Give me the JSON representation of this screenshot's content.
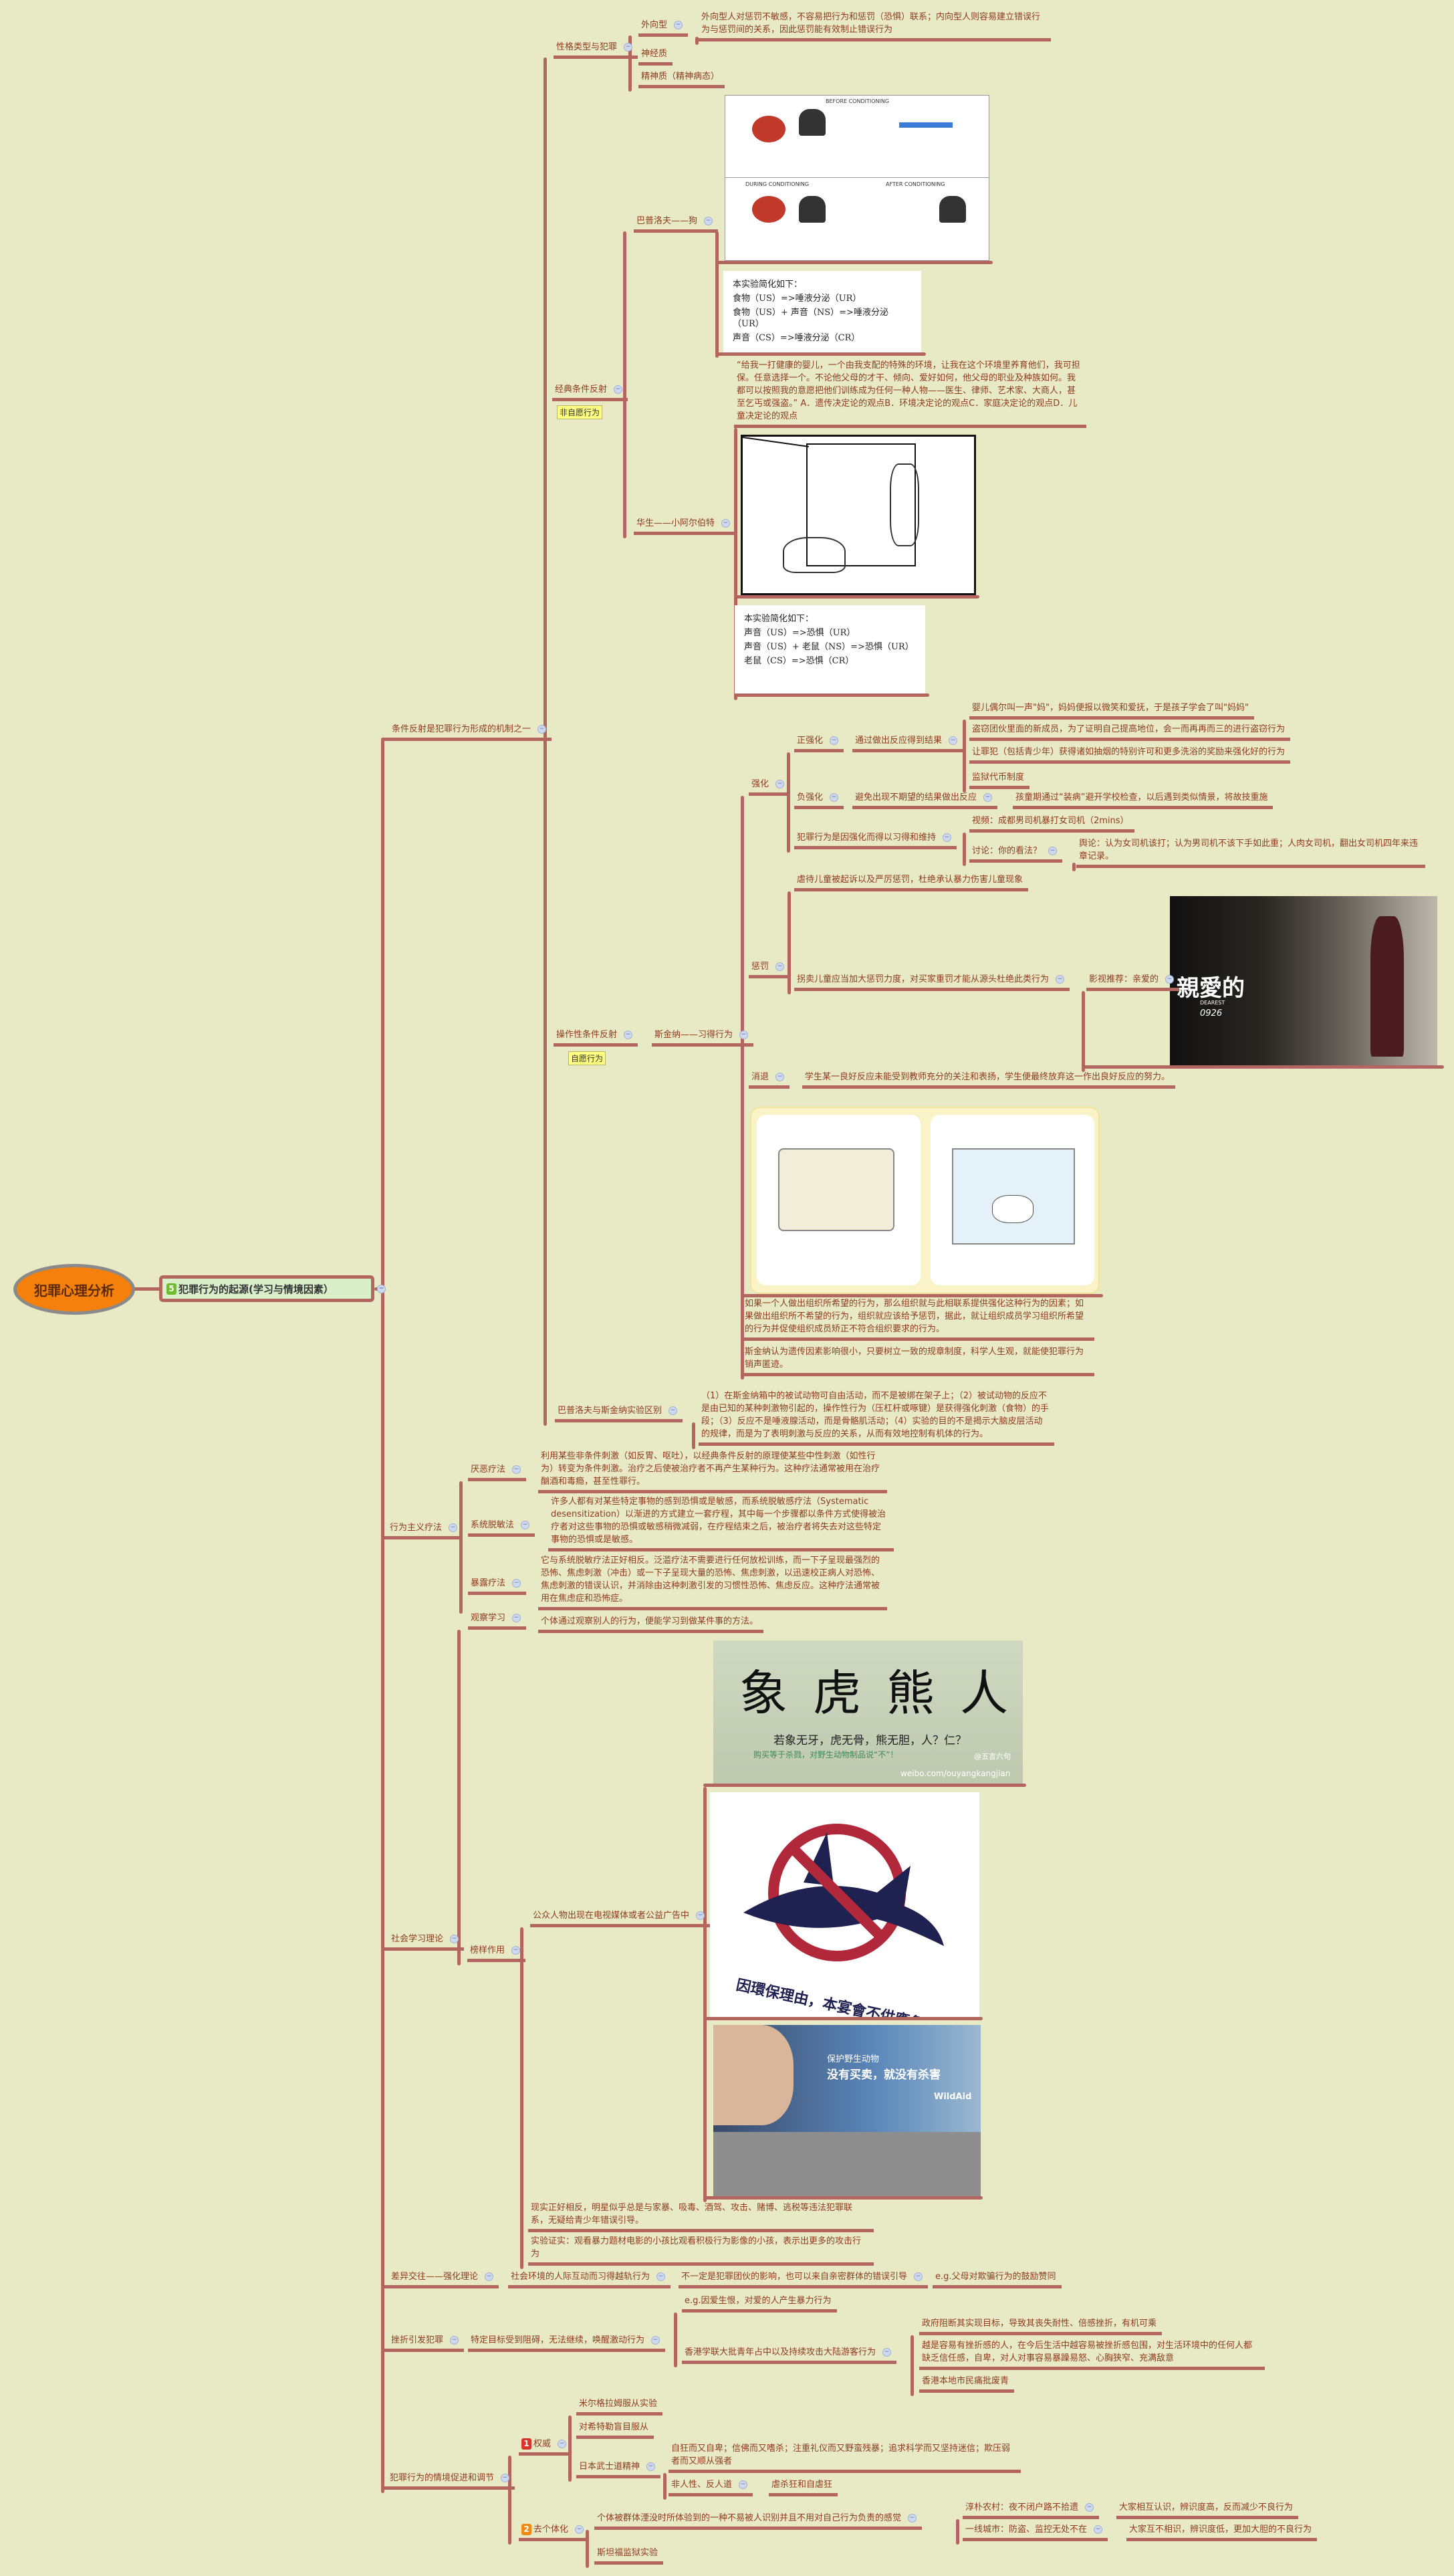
{
  "root": "犯罪心理分析",
  "main": {
    "badge": "5",
    "label": "犯罪行为的起源(学习与情境因素）"
  },
  "conditioning": {
    "label": "条件反射是犯罪行为形成的机制之一",
    "personality": {
      "label": "性格类型与犯罪",
      "extravert": {
        "label": "外向型",
        "note": "外向型人对惩罚不敏感，不容易把行为和惩罚（恐惧）联系；内向型人则容易建立错误行为与惩罚间的关系，因此惩罚能有效制止错误行为"
      },
      "neuroticism": "神经质",
      "psychoticism": "精神质（精神病态）"
    },
    "classical": {
      "label": "经典条件反射",
      "tag": "非自愿行为",
      "pavlov": {
        "label": "巴普洛夫——狗",
        "image_labels": [
          "BEFORE CONDITIONING",
          "DURING CONDITIONING",
          "AFTER CONDITIONING"
        ],
        "summary_title": "本实验简化如下：",
        "summary": [
          "食物（US）=>唾液分泌（UR）",
          "食物（US）+ 声音（NS）=>唾液分泌（UR）",
          "声音（CS）=>唾液分泌（CR）"
        ]
      },
      "watson": {
        "label": "华生——小阿尔伯特",
        "quote": "“给我一打健康的婴儿，一个由我支配的特殊的环境，让我在这个环境里养育他们，我可担保。任意选择一个。不论他父母的才干、倾向、爱好如何，他父母的职业及种族如何。我都可以按照我的意愿把他们训练成为任何一种人物——医生、律师、艺术家、大商人，甚至乞丐或强盗。” A．遗传决定论的观点B．环境决定论的观点C．家庭决定论的观点D．儿童决定论的观点",
        "summary_title": "本实验简化如下：",
        "summary": [
          "声音（US）=>恐惧（UR）",
          "声音（US）+ 老鼠（NS）=>恐惧（UR）",
          "老鼠（CS）=>恐惧（CR）"
        ]
      }
    },
    "operant": {
      "label": "操作性条件反射",
      "tag": "自愿行为",
      "skinner": "斯金纳——习得行为",
      "reinforcement": {
        "label": "强化",
        "positive": {
          "label": "正强化",
          "mechanism": "通过做出反应得到结果",
          "examples": [
            "婴儿偶尔叫一声\"妈\"，妈妈便报以微笑和爱抚，于是孩子学会了叫\"妈妈\"",
            "盗窃团伙里面的新成员，为了证明自己提高地位，会一而再再而三的进行盗窃行为",
            "让罪犯（包括青少年）获得诸如抽烟的特别许可和更多洗浴的奖励来强化好的行为",
            "监狱代币制度"
          ]
        },
        "negative": {
          "label": "负强化",
          "mechanism": "避免出现不期望的结果做出反应",
          "example": "孩童期通过“装病”避开学校检查，以后遇到类似情景，将故技重施"
        },
        "maintenance": {
          "label": "犯罪行为是因强化而得以习得和维持",
          "video": "视频：成都男司机暴打女司机（2mins）",
          "discussion": "讨论：你的看法？",
          "opinion": "舆论：认为女司机该打；认为男司机不该下手如此重；人肉女司机，翻出女司机四年来违章记录。"
        }
      },
      "punishment": {
        "label": "惩罚",
        "abuse": "虐待儿童被起诉以及严厉惩罚，杜绝承认暴力伤害儿童现象",
        "trafficking": "拐卖儿童应当加大惩罚力度，对买家重罚才能从源头杜绝此类行为",
        "recommend": "影视推荐：亲爱的",
        "poster": {
          "title": "親愛的",
          "subtitle": "DEAREST",
          "date": "0926"
        }
      },
      "extinction": {
        "label": "消退",
        "example": "学生某一良好反应未能受到教师充分的关注和表扬，学生便最终放弃这一作出良好反应的努力。"
      },
      "org_text": "如果一个人做出组织所希望的行为，那么组织就与此相联系提供强化这种行为的因素；如果做出组织所不希望的行为，组织就应该给予惩罚，据此，就让组织成员学习组织所希望的行为并促使组织成员矫正不符合组织要求的行为。",
      "skinner_view": "斯金纳认为遗传因素影响很小，只要树立一致的规章制度，科学人生观，就能使犯罪行为销声匿迹。"
    },
    "difference": {
      "label": "巴普洛夫与斯金纳实验区别",
      "text": "（1）在斯金纳箱中的被试动物可自由活动，而不是被绑在架子上；（2）被试动物的反应不是由已知的某种刺激物引起的，操作性行为（压杠杆或啄键）是获得强化刺激（食物）的手段；（3）反应不是唾液腺活动，而是骨骼肌活动；（4）实验的目的不是揭示大脑皮层活动的规律，而是为了表明刺激与反应的关系，从而有效地控制有机体的行为。"
    }
  },
  "therapy": {
    "label": "行为主义疗法",
    "aversion": {
      "label": "厌恶疗法",
      "text": "利用某些非条件刺激（如反胃、呕吐），以经典条件反射的原理使某些中性刺激（如性行为）转变为条件刺激。治疗之后使被治疗者不再产生某种行为。这种疗法通常被用在治疗酗酒和毒瘾，甚至性罪行。"
    },
    "systematic": {
      "label": "系统脱敏法",
      "text": "许多人都有对某些特定事物的感到恐惧或是敏感，而系统脱敏感疗法（Systematic desensitization）以渐进的方式建立一套疗程，其中每一个步骤都以条件方式使得被治疗者对这些事物的恐惧或敏感稍微减弱，在疗程结束之后，被治疗者将失去对这些特定事物的恐惧或是敏感。"
    },
    "exposure": {
      "label": "暴露疗法",
      "text": "它与系统脱敏疗法正好相反。泛滥疗法不需要进行任何放松训练，而一下子呈现最强烈的恐怖、焦虑刺激（冲击）或一下子呈现大量的恐怖、焦虑刺激，以迅速校正病人对恐怖、焦虑刺激的错误认识，并消除由这种刺激引发的习惯性恐怖、焦虑反应。这种疗法通常被用在焦虑症和恐怖症。"
    }
  },
  "social": {
    "label": "社会学习理论",
    "observation": {
      "label": "观察学习",
      "text": "个体通过观察别人的行为，便能学习到做某件事的方法。"
    },
    "model": {
      "label": "榜样作用",
      "public": "公众人物出现在电视媒体或者公益广告中",
      "poster1": {
        "chars": [
          "象",
          "虎",
          "熊",
          "人"
        ],
        "line1": "若象无牙，虎无骨，熊无胆，人？仁？",
        "line2": "购买等于杀戮，对野生动物制品说“不”！",
        "handle": "@五言六句",
        "url": "weibo.com/ouyangkangjian"
      },
      "poster2": {
        "text": "因環保理由，本宴會不供應魚翅"
      },
      "poster3": {
        "line1": "保护野生动物",
        "line2": "没有买卖，就没有杀害",
        "brand": "WildAid"
      },
      "reality": "现实正好相反，明星似乎总是与家暴、吸毒、酒驾、攻击、赌博、逃税等违法犯罪联系，无疑给青少年错误引导。",
      "experiment": "实验证实：观看暴力题材电影的小孩比观看积极行为影像的小孩，表示出更多的攻击行为"
    }
  },
  "differential": {
    "label": "差异交往——强化理论",
    "mechanism": "社会环境的人际互动而习得越轨行为",
    "source": "不一定是犯罪团伙的影响，也可以来自亲密群体的错误引导",
    "example": "e.g.父母对欺骗行为的鼓励赞同"
  },
  "frustration": {
    "label": "挫折引发犯罪",
    "mechanism": "特定目标受到阻碍，无法继续，唤醒激动行为",
    "love": "e.g.因爱生恨，对爱的人产生暴力行为",
    "hk": "香港学联大批青年占中以及持续攻击大陆游客行为",
    "gov": "政府阻断其实现目标，导致其丧失耐性、倍感挫折，有机可乘",
    "prone": "越是容易有挫折感的人，在今后生活中越容易被挫折感包围，对生活环境中的任何人都缺乏信任感，自卑，对人对事容易暴躁易怒、心胸狭窄、充满敌意",
    "hk_local": "香港本地市民痛批废青"
  },
  "situational": {
    "label": "犯罪行为的情境促进和调节",
    "authority": {
      "badge": "1",
      "label": "权威",
      "milgram": "米尔格拉姆服从实验",
      "hitler": "对希特勒盲目服从",
      "bushido": "日本武士道精神",
      "bushido_desc": "自狂而又自卑；信佛而又嗜杀；注重礼仪而又野蛮残暴；追求科学而又坚持迷信；欺压弱者而又顺从强者",
      "inhuman": "非人性、反人道",
      "sadism": "虐杀狂和自虐狂"
    },
    "deindividuation": {
      "badge": "2",
      "label": "去个体化",
      "definition": "个体被群体湮没时所体验到的一种不易被人识别并且不用对自己行为负责的感觉",
      "rural": "淳朴农村：夜不闭户路不拾遗",
      "rural_result": "大家相互认识，辨识度高，反而减少不良行为",
      "city": "一线城市：防盗、监控无处不在",
      "city_result": "大家互不相识，辨识度低，更加大胆的不良行为",
      "stanford": "斯坦福监狱实验"
    }
  },
  "colors": {
    "background": "#e8eac6",
    "line": "#b3665f",
    "text": "#8e3b1e",
    "root": "#f5800c",
    "tag": "#ffff80"
  }
}
